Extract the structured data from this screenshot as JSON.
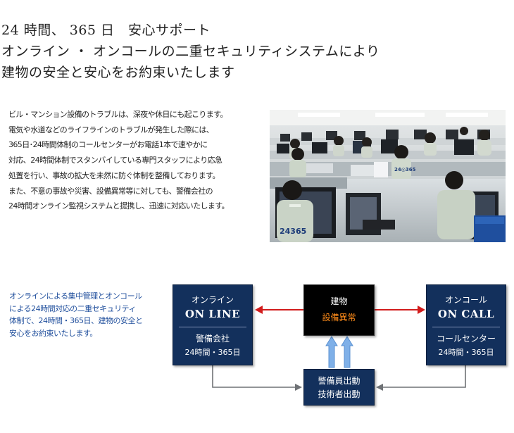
{
  "headline": {
    "line1": "24 時間、 365 日　安心サポート",
    "line2": "オンライン ・ オンコールの二重セキュリティシステムにより",
    "line3": "建物の安全と安心をお約束いたします"
  },
  "body": {
    "lines": [
      "ビル・マンション設備のトラブルは、深夜や休日にも起こります。",
      "電気や水道などのライフラインのトラブルが発生した際には、",
      "365日･24時間体制のコールセンターがお電話1本で速やかに",
      "対応、24時間体制でスタンバイしている専門スタッフにより応急",
      "処置を行い、事故の拡大を未然に防ぐ体制を整備しております。",
      "また、不意の事故や災害、設備異常等に対しても、警備会社の",
      "24時間オンライン監視システムと提携し、迅速に対応いたします。"
    ]
  },
  "photo": {
    "logo_text": "24365"
  },
  "blue_text": {
    "lines": [
      "オンラインによる集中管理とオンコール",
      "による24時間対応の二重セキュリティ",
      "体制で、24時間・365日、建物の安全と",
      "安心をお約束いたします。"
    ]
  },
  "diagram": {
    "online": {
      "kana": "オンライン",
      "en": "ON LINE",
      "line1": "警備会社",
      "line2": "24時間・365日"
    },
    "building": {
      "line1": "建物",
      "line2": "設備異常"
    },
    "oncall": {
      "kana": "オンコール",
      "en": "ON CALL",
      "line1": "コールセンター",
      "line2": "24時間・365日"
    },
    "dispatch": {
      "line1": "警備員出動",
      "line2": "技術者出動"
    }
  },
  "colors": {
    "navy": "#13305c",
    "red_arrow": "#d21c1c",
    "blue_arrow": "#7fb0e8",
    "alert_orange": "#ff8c1a",
    "blue_text": "#1f4e9c"
  }
}
